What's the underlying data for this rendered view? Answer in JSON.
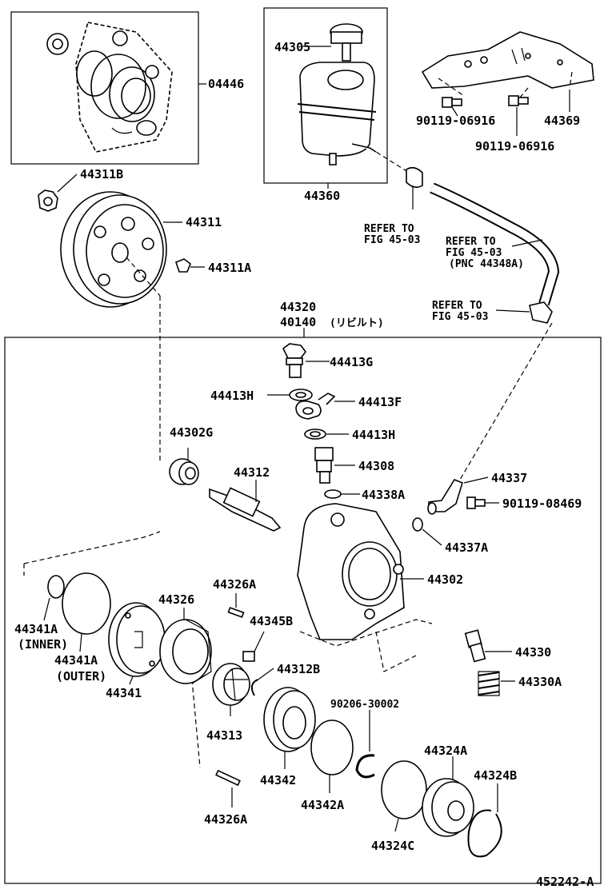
{
  "diagram_id": "452242-A",
  "group": {
    "main": "44320",
    "sub": "40140",
    "sub_note": "(リビルト)"
  },
  "labels": {
    "l04446": "04446",
    "l44305": "44305",
    "l44360": "44360",
    "l90119a": "90119-06916",
    "l90119b": "90119-06916",
    "l44369": "44369",
    "l44311B": "44311B",
    "l44311": "44311",
    "l44311A": "44311A",
    "ref1a": "REFER TO",
    "ref1b": "FIG 45-03",
    "ref2a": "REFER TO",
    "ref2b": "FIG 45-03",
    "ref2c": "(PNC 44348A)",
    "ref3a": "REFER TO",
    "ref3b": "FIG 45-03",
    "l44413G": "44413G",
    "l44413H1": "44413H",
    "l44413F": "44413F",
    "l44413H2": "44413H",
    "l44302G": "44302G",
    "l44312": "44312",
    "l44308": "44308",
    "l44338A": "44338A",
    "l44337": "44337",
    "l90119c": "90119-08469",
    "l44337A": "44337A",
    "l44302": "44302",
    "l44326A1": "44326A",
    "l44326": "44326",
    "l44345B": "44345B",
    "l44341A1": "44341A",
    "l44341A1n": "(INNER)",
    "l44341A2": "44341A",
    "l44341A2n": "(OUTER)",
    "l44341": "44341",
    "l44312B": "44312B",
    "l44313": "44313",
    "l44330": "44330",
    "l44330A": "44330A",
    "l90206": "90206-30002",
    "l44342": "44342",
    "l44342A": "44342A",
    "l44324A": "44324A",
    "l44324B": "44324B",
    "l44324C": "44324C",
    "l44326A2": "44326A"
  }
}
